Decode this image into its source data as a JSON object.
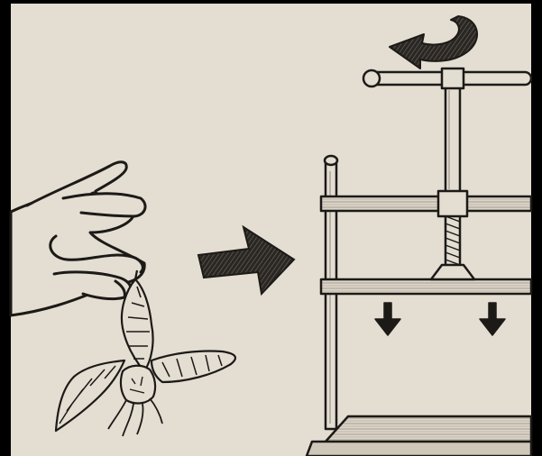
{
  "figure": {
    "panels": [
      {
        "id": "plant-specimen",
        "description_icon": "hand-holding-plant"
      },
      {
        "id": "process-arrow",
        "description_icon": "right-arrow-icon"
      },
      {
        "id": "plant-press",
        "description_icon": "screw-press"
      }
    ]
  },
  "colors": {
    "paper": "#e3ddd2",
    "ink": "#1c1a17",
    "frame": "#000000"
  }
}
